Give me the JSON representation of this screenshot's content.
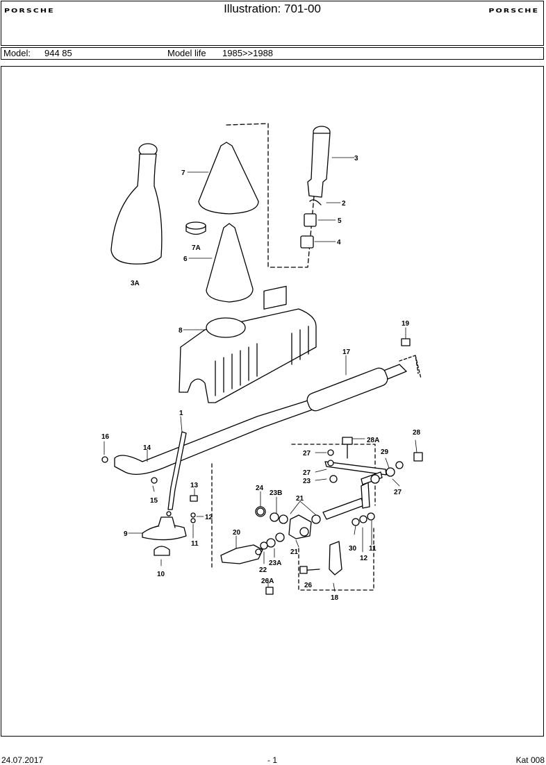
{
  "header": {
    "logo_left": "PORSCHE",
    "title": "Illustration: 701-00",
    "logo_right": "PORSCHE"
  },
  "model_row": {
    "model_label": "Model:",
    "model_value": "944 85",
    "life_label": "Model life",
    "life_value": "1985>>1988"
  },
  "callouts": [
    "1",
    "2",
    "3",
    "3A",
    "4",
    "5",
    "6",
    "7",
    "7A",
    "8",
    "9",
    "10",
    "11",
    "12",
    "12",
    "13",
    "14",
    "15",
    "16",
    "17",
    "18",
    "19",
    "20",
    "21",
    "21",
    "22",
    "23",
    "23A",
    "23B",
    "24",
    "26",
    "26A",
    "27",
    "27",
    "27",
    "28",
    "28A",
    "29",
    "30",
    "11"
  ],
  "footer": {
    "date": "24.07.2017",
    "page": "- 1",
    "catalog": "Kat 008"
  }
}
